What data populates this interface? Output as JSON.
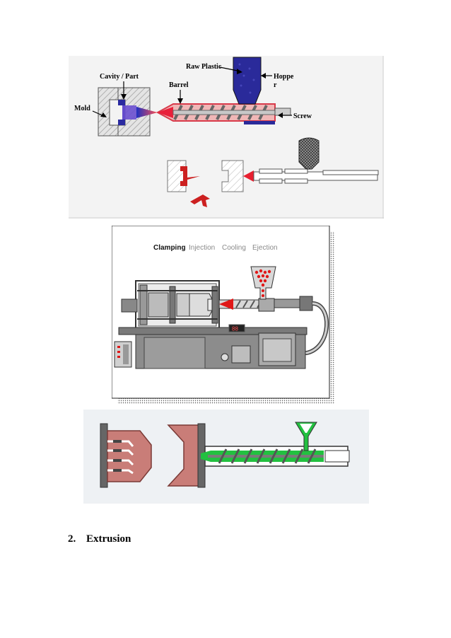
{
  "figure1": {
    "labels": {
      "raw_plastic": "Raw Plastic",
      "hopper": "Hoppe r",
      "hopper_line1": "Hoppe",
      "hopper_line2": "r",
      "cavity_part": "Cavity / Part",
      "barrel": "Barrel",
      "mold": "Mold",
      "screw": "Screw"
    }
  },
  "figure2": {
    "phases": [
      "Clamping",
      "Injection",
      "Cooling",
      "Ejection"
    ],
    "active_phase": "Clamping",
    "display_readout": "88"
  },
  "section": {
    "number": "2.",
    "title": "Extrusion"
  },
  "colors": {
    "plastic_blue": "#2a2a9a",
    "melt_red": "#e0203a",
    "melt_green": "#22c040",
    "mold_pink": "#c87b72",
    "machine_gray": "#8c8c8c"
  }
}
